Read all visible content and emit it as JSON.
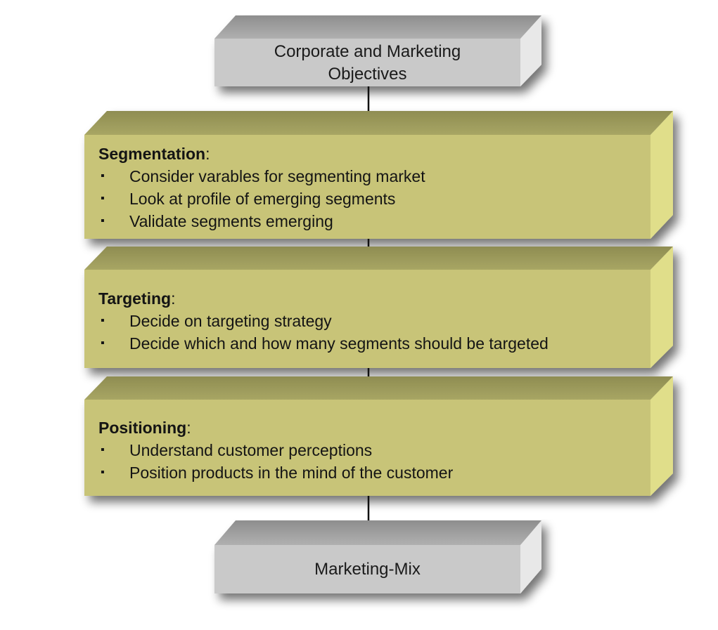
{
  "objectives_box": {
    "line1": "Corporate and Marketing",
    "line2": "Objectives"
  },
  "segmentation": {
    "heading": "Segmentation",
    "colon": ":",
    "items": [
      "Consider varables for segmenting market",
      "Look at profile of emerging segments",
      "Validate segments emerging"
    ]
  },
  "targeting": {
    "heading": "Targeting",
    "colon": ":",
    "items": [
      "Decide on targeting strategy",
      "Decide which and how many segments should be targeted"
    ]
  },
  "positioning": {
    "heading": "Positioning",
    "colon": ":",
    "items": [
      "Understand customer perceptions",
      "Position products in the mind of the customer"
    ]
  },
  "marketing_mix_box": {
    "label": "Marketing-Mix"
  },
  "bullet_glyph": "▪",
  "colors": {
    "gray_front": "#c9c9c9",
    "gray_top": "#a3a3a3",
    "gray_side": "#e6e6e6",
    "olive_front": "#c8c478",
    "olive_top": "#9c9a5d",
    "olive_side": "#e2e08c",
    "arrow": "#111111"
  }
}
